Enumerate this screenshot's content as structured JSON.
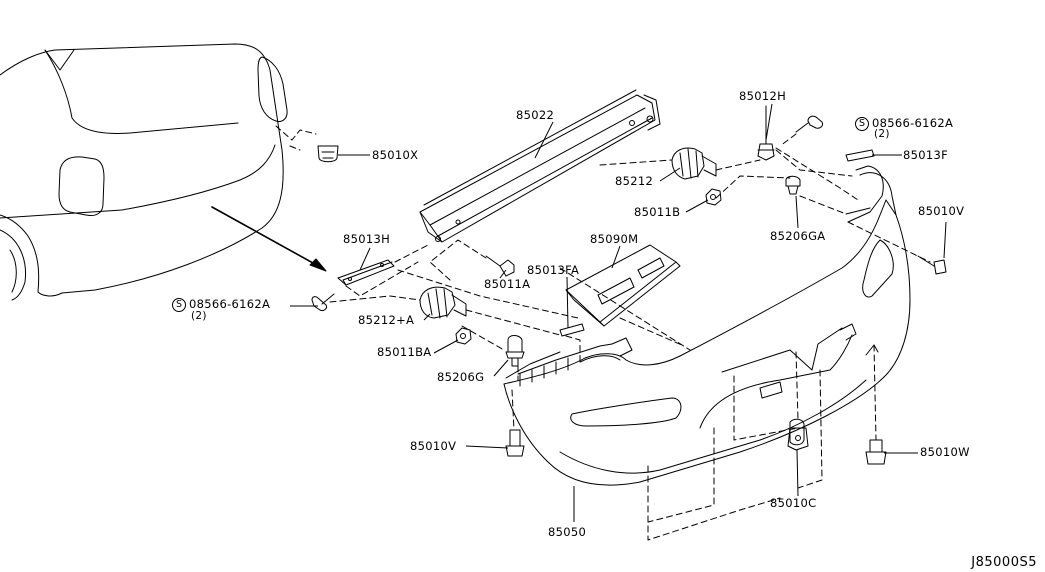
{
  "diagram_id": "J85000S5",
  "callouts": [
    {
      "key": "p85010X",
      "part": "85010X"
    },
    {
      "key": "p85022",
      "part": "85022"
    },
    {
      "key": "p85012H",
      "part": "85012H"
    },
    {
      "key": "p85013F",
      "part": "85013F"
    },
    {
      "key": "p85212",
      "part": "85212"
    },
    {
      "key": "p85011B",
      "part": "85011B"
    },
    {
      "key": "p85010V_r",
      "part": "85010V"
    },
    {
      "key": "p85206GA",
      "part": "85206GA"
    },
    {
      "key": "p85013H",
      "part": "85013H"
    },
    {
      "key": "p85090M",
      "part": "85090M"
    },
    {
      "key": "p85013FA",
      "part": "85013FA"
    },
    {
      "key": "p85011A",
      "part": "85011A"
    },
    {
      "key": "p85212A",
      "part": "85212+A"
    },
    {
      "key": "p85011BA",
      "part": "85011BA"
    },
    {
      "key": "p85206G",
      "part": "85206G"
    },
    {
      "key": "p85010V_l",
      "part": "85010V"
    },
    {
      "key": "p85050",
      "part": "85050"
    },
    {
      "key": "p85010C",
      "part": "85010C"
    },
    {
      "key": "p85010W",
      "part": "85010W"
    }
  ],
  "screws": {
    "right": {
      "symbol": "S",
      "part": "08566-6162A",
      "qty": "(2)"
    },
    "left": {
      "symbol": "S",
      "part": "08566-6162A",
      "qty": "(2)"
    }
  }
}
